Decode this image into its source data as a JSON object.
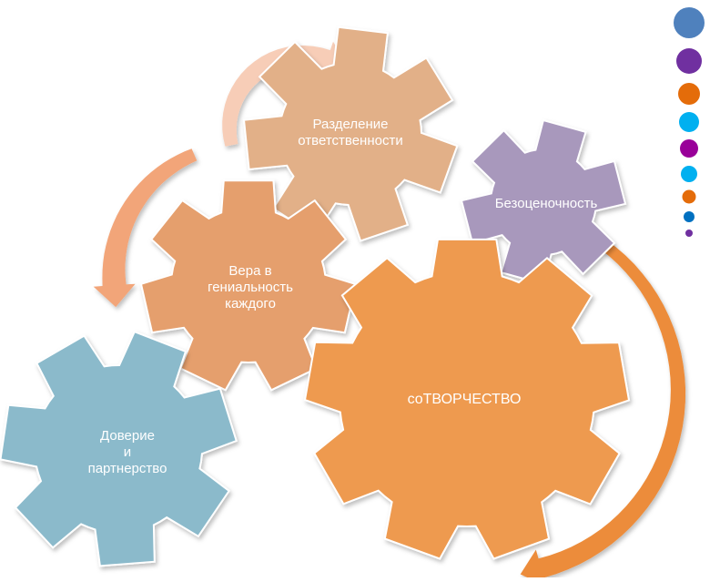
{
  "gears": [
    {
      "id": "shared-responsibility",
      "lines": [
        "Разделение",
        "ответственности"
      ],
      "color": "#E2B088"
    },
    {
      "id": "non-judgment",
      "lines": [
        "Безоценочность"
      ],
      "color": "#A898BC"
    },
    {
      "id": "faith-in-genius",
      "lines": [
        "Вера в",
        "гениальность",
        "каждого"
      ],
      "color": "#E59F6D"
    },
    {
      "id": "trust-partnership",
      "lines": [
        "Доверие",
        "и",
        "партнерство"
      ],
      "color": "#8BBACB"
    },
    {
      "id": "co-creativity",
      "lines": [
        "соТВОРЧЕСТВО"
      ],
      "color": "#EE9A50"
    }
  ],
  "arrows": [
    {
      "id": "arrow-top",
      "color": "#F7CDB7"
    },
    {
      "id": "arrow-left",
      "color": "#F2A579"
    },
    {
      "id": "arrow-right",
      "color": "#EC8C3A"
    }
  ],
  "dots": [
    "#4F81BD",
    "#7030A0",
    "#E46C0A",
    "#00B0F0",
    "#990099",
    "#00B0F0",
    "#E46C0A",
    "#0070C0",
    "#7030A0"
  ]
}
